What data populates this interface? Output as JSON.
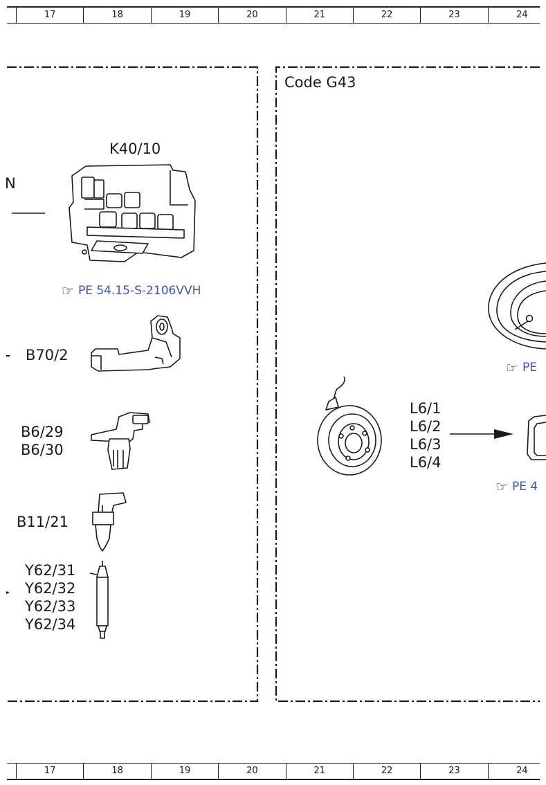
{
  "ruler_columns": [
    "17",
    "18",
    "19",
    "20",
    "21",
    "22",
    "23",
    "24"
  ],
  "left_panel": {
    "partial_label": "N",
    "k40_label": "K40/10",
    "k40_reference": "PE 54.15-S-2106VVH",
    "b70_label": "B70/2",
    "b6_labels": [
      "B6/29",
      "B6/30"
    ],
    "b11_label": "B11/21",
    "y62_labels": [
      "Y62/31",
      "Y62/32",
      "Y62/33",
      "Y62/34"
    ]
  },
  "right_panel": {
    "code_label": "Code G43",
    "l6_labels": [
      "L6/1",
      "L6/2",
      "L6/3",
      "L6/4"
    ],
    "reference_upper": "PE",
    "reference_lower": "PE 4"
  },
  "icons": {
    "reference": "pointing-hand-icon"
  },
  "colors": {
    "reference_text": "#3d56a8",
    "line": "#1a1a1a"
  }
}
